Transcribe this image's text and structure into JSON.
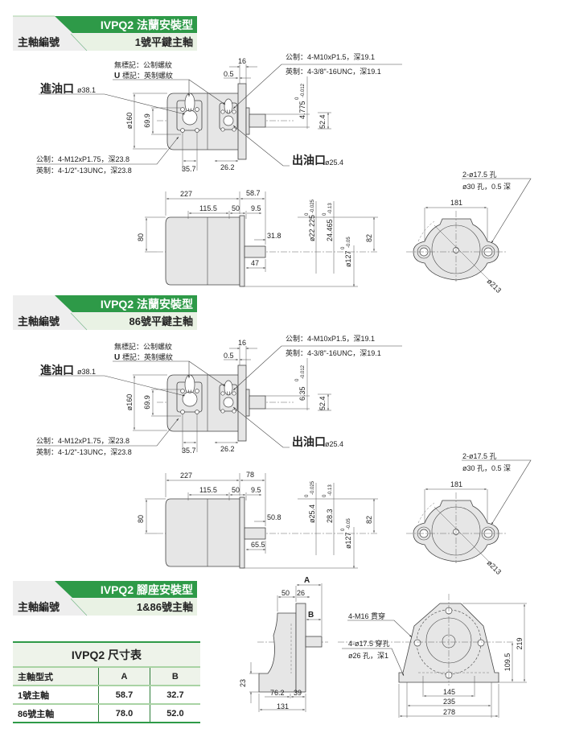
{
  "colors": {
    "accent": "#2e9a48",
    "accent_light": "#e9f2e4",
    "body_fill": "#e6e6e6"
  },
  "sections": [
    {
      "header": {
        "title": "IVPQ2 法蘭安裝型",
        "label": "主軸編號",
        "shaft": "1號平鍵主軸"
      },
      "no_mark": "無標記：公制螺紋",
      "u_mark_u": "U",
      "u_mark": "標記：英制螺紋",
      "u_letter": "U",
      "inlet_label": "進油口",
      "inlet_dia": "ø38.1",
      "outlet_label": "出油口",
      "outlet_dia": "ø25.4",
      "d16": "16",
      "d05": "0.5",
      "d160": "ø160",
      "d699": "69.9",
      "inlet_metric": "公制：4-M12xP1.75，深23.8",
      "inlet_imperial": "英制：4-1/2\"-13UNC，深23.8",
      "outlet_metric": "公制：4-M10xP1.5，深19.1",
      "outlet_imperial": "英制：4-3/8\"-16UNC，深19.1",
      "d357": "35.7",
      "d262": "26.2",
      "key_w": "4.775",
      "key_tol_top": "0",
      "key_tol_bot": "-0.012",
      "d524": "52.4",
      "len_total": "227",
      "len_shaft": "58.7",
      "d1155": "115.5",
      "d50": "50",
      "d95": "9.5",
      "d80": "80",
      "key_len": "31.8",
      "shaft_len2": "47",
      "shaft_dia": "ø22.225",
      "shaft_tol_top": "0",
      "shaft_tol_bot": "-0.025",
      "key_h": "24.465",
      "key_h_tol_top": "0",
      "key_h_tol_bot": "-0.13",
      "pilot": "ø127",
      "pilot_tol_top": "0",
      "pilot_tol_bot": "-0.05",
      "d82": "82",
      "holes": "2-ø17.5 孔",
      "counterbore": "ø30 孔，0.5 深",
      "d181": "181",
      "d213": "ø213"
    },
    {
      "header": {
        "title": "IVPQ2 法蘭安裝型",
        "label": "主軸編號",
        "shaft": "86號平鍵主軸"
      },
      "no_mark": "無標記：公制螺紋",
      "u_mark_u": "U",
      "u_mark": "標記：英制螺紋",
      "u_letter": "U",
      "inlet_label": "進油口",
      "inlet_dia": "ø38.1",
      "outlet_label": "出油口",
      "outlet_dia": "ø25.4",
      "d16": "16",
      "d05": "0.5",
      "d160": "ø160",
      "d699": "69.9",
      "inlet_metric": "公制：4-M12xP1.75，深23.8",
      "inlet_imperial": "英制：4-1/2\"-13UNC，深23.8",
      "outlet_metric": "公制：4-M10xP1.5，深19.1",
      "outlet_imperial": "英制：4-3/8\"-16UNC，深19.1",
      "d357": "35.7",
      "d262": "26.2",
      "key_w": "6.35",
      "key_tol_top": "0",
      "key_tol_bot": "-0.012",
      "d524": "52.4",
      "len_total": "227",
      "len_shaft": "78",
      "d1155": "115.5",
      "d50": "50",
      "d95": "9.5",
      "d80": "80",
      "key_len": "50.8",
      "shaft_len2": "65.5",
      "shaft_dia": "ø25.4",
      "shaft_tol_top": "0",
      "shaft_tol_bot": "-0.025",
      "key_h": "28.3",
      "key_h_tol_top": "0",
      "key_h_tol_bot": "-0.13",
      "pilot": "ø127",
      "pilot_tol_top": "0",
      "pilot_tol_bot": "-0.05",
      "d82": "82",
      "holes": "2-ø17.5 孔",
      "counterbore": "ø30 孔，0.5 深",
      "d181": "181",
      "d213": "ø213"
    }
  ],
  "foot": {
    "header": {
      "title": "IVPQ2 腳座安裝型",
      "label": "主軸編號",
      "shaft": "1&86號主軸"
    },
    "A": "A",
    "B": "B",
    "d50": "50",
    "d26": "26",
    "d23": "23",
    "d762": "76.2",
    "d39": "39",
    "d131": "131",
    "m16": "4-M16 貫穿",
    "holes": "4-ø17.5 穿孔",
    "cbore": "ø26 孔，深1",
    "d145": "145",
    "d235": "235",
    "d278": "278",
    "d219": "219",
    "d1095": "109.5"
  },
  "table": {
    "title": "IVPQ2 尺寸表",
    "headers": [
      "主軸型式",
      "A",
      "B"
    ],
    "rows": [
      [
        "1號主軸",
        "58.7",
        "32.7"
      ],
      [
        "86號主軸",
        "78.0",
        "52.0"
      ]
    ]
  }
}
